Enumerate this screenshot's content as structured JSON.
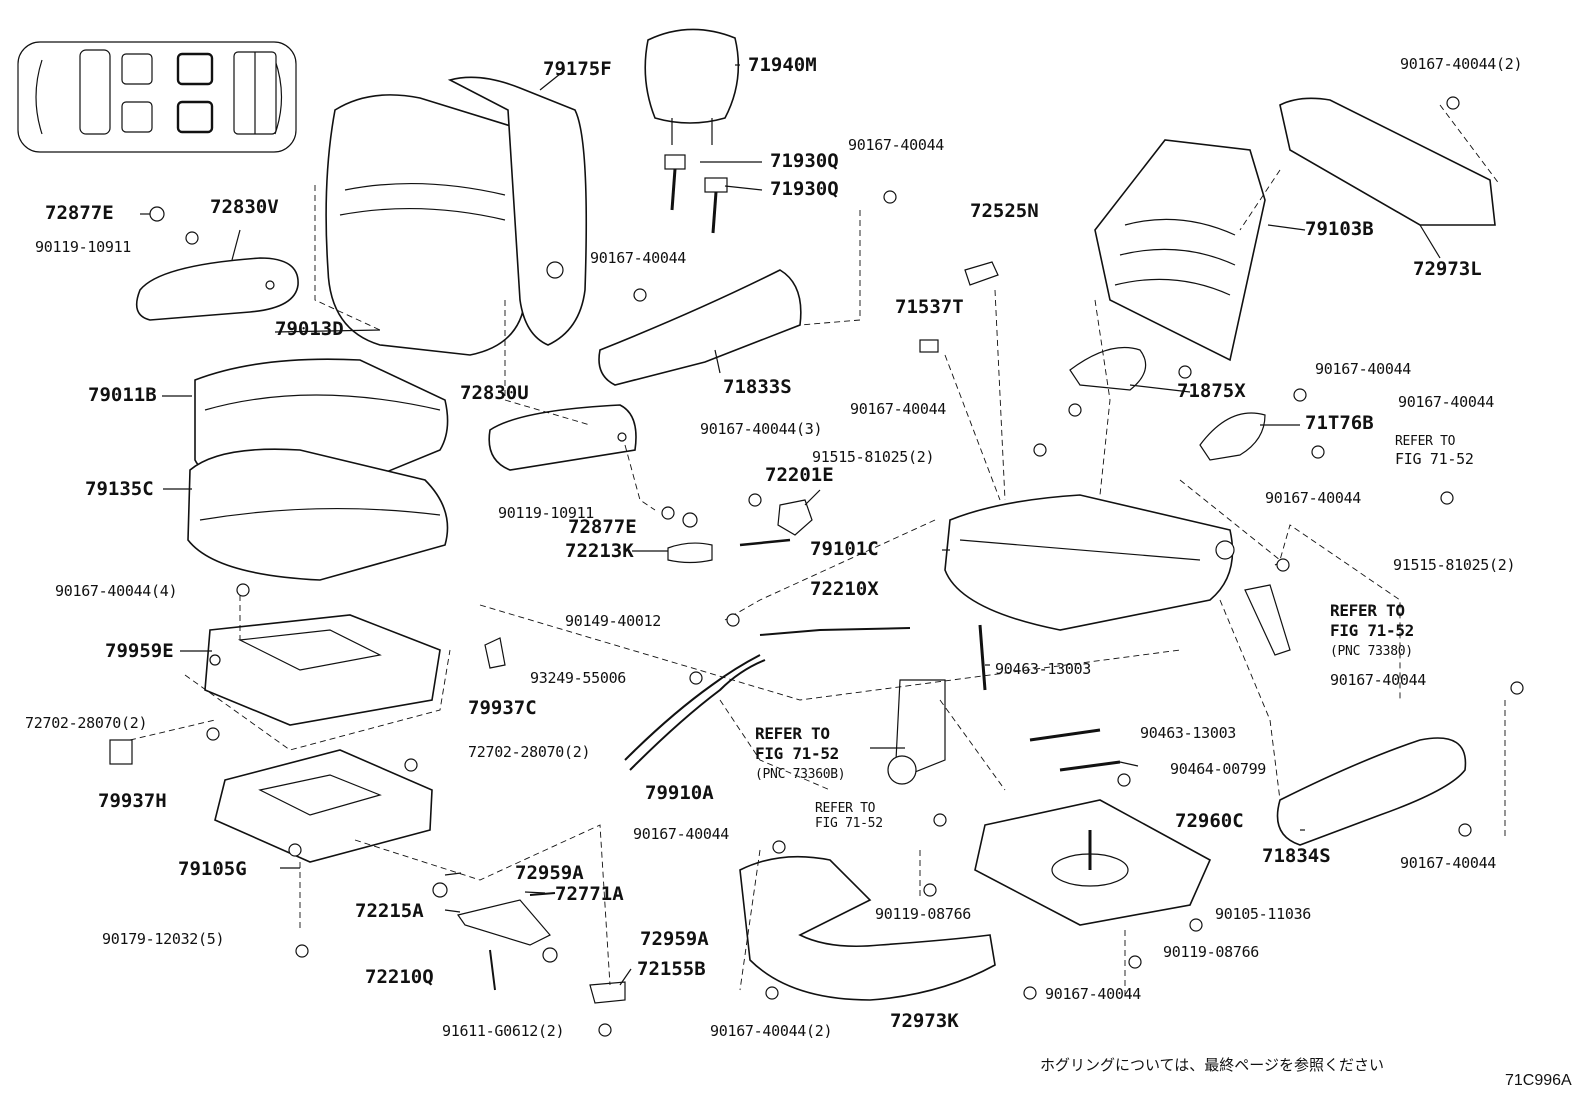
{
  "diagram": {
    "labels": {
      "p79175F": "79175F",
      "p71940M": "71940M",
      "p90167_40044_2_tr": "90167-40044(2)",
      "p71930Q_a": "71930Q",
      "p71930Q_b": "71930Q",
      "p90167_40044_a": "90167-40044",
      "p72877E_a": "72877E",
      "p72830V": "72830V",
      "p90119_10911_a": "90119-10911",
      "p72525N": "72525N",
      "p79103B": "79103B",
      "p90167_40044_b": "90167-40044",
      "p72973L": "72973L",
      "p79013D": "79013D",
      "p71537T": "71537T",
      "p79011B": "79011B",
      "p72830U": "72830U",
      "p71833S": "71833S",
      "p90167_40044_c": "90167-40044",
      "p71875X": "71875X",
      "p90167_40044_d": "90167-40044",
      "p90167_40044_e": "90167-40044",
      "p90167_40044_3": "90167-40044(3)",
      "p91515_81025_2a": "91515-81025(2)",
      "p71T76B": "71T76B",
      "refer_1": "REFER TO",
      "fig_1": "FIG 71-52",
      "p79135C": "79135C",
      "p72201E": "72201E",
      "p90167_40044_f": "90167-40044",
      "p90119_10911_b": "90119-10911",
      "p72877E_b": "72877E",
      "p79101C": "79101C",
      "p72213K": "72213K",
      "p91515_81025_2b": "91515-81025(2)",
      "p90167_40044_4": "90167-40044(4)",
      "p72210X": "72210X",
      "refer_2": "REFER TO",
      "fig_2": "FIG 71-52",
      "pnc_2": "(PNC 73380)",
      "p90149_40012": "90149-40012",
      "p79959E": "79959E",
      "p90463_13003_a": "90463-13003",
      "p90167_40044_g": "90167-40044",
      "p93249_55006": "93249-55006",
      "p79937C": "79937C",
      "p72702_28070_2a": "72702-28070(2)",
      "refer_3": "REFER TO",
      "fig_3": "FIG 71-52",
      "pnc_3": "(PNC 73360B)",
      "p90463_13003_b": "90463-13003",
      "p72702_28070_2b": "72702-28070(2)",
      "p90464_00799": "90464-00799",
      "p79937H": "79937H",
      "p79910A": "79910A",
      "refer_4": "REFER TO",
      "fig_4": "FIG 71-52",
      "p90167_40044_h": "90167-40044",
      "p72960C": "72960C",
      "p71834S": "71834S",
      "p79105G": "79105G",
      "p90167_40044_i": "90167-40044",
      "p72959A_a": "72959A",
      "p72771A": "72771A",
      "p72215A": "72215A",
      "p90119_08766_a": "90119-08766",
      "p90105_11036": "90105-11036",
      "p90179_12032_5": "90179-12032(5)",
      "p72959A_b": "72959A",
      "p90119_08766_b": "90119-08766",
      "p72210Q": "72210Q",
      "p72155B": "72155B",
      "p90167_40044_j": "90167-40044",
      "p91611_G0612_2": "91611-G0612(2)",
      "p90167_40044_2_b": "90167-40044(2)",
      "p72973K": "72973K"
    },
    "footer_note": "ホグリングについては、最終ページを参照ください",
    "figure_code": "71C996A"
  }
}
